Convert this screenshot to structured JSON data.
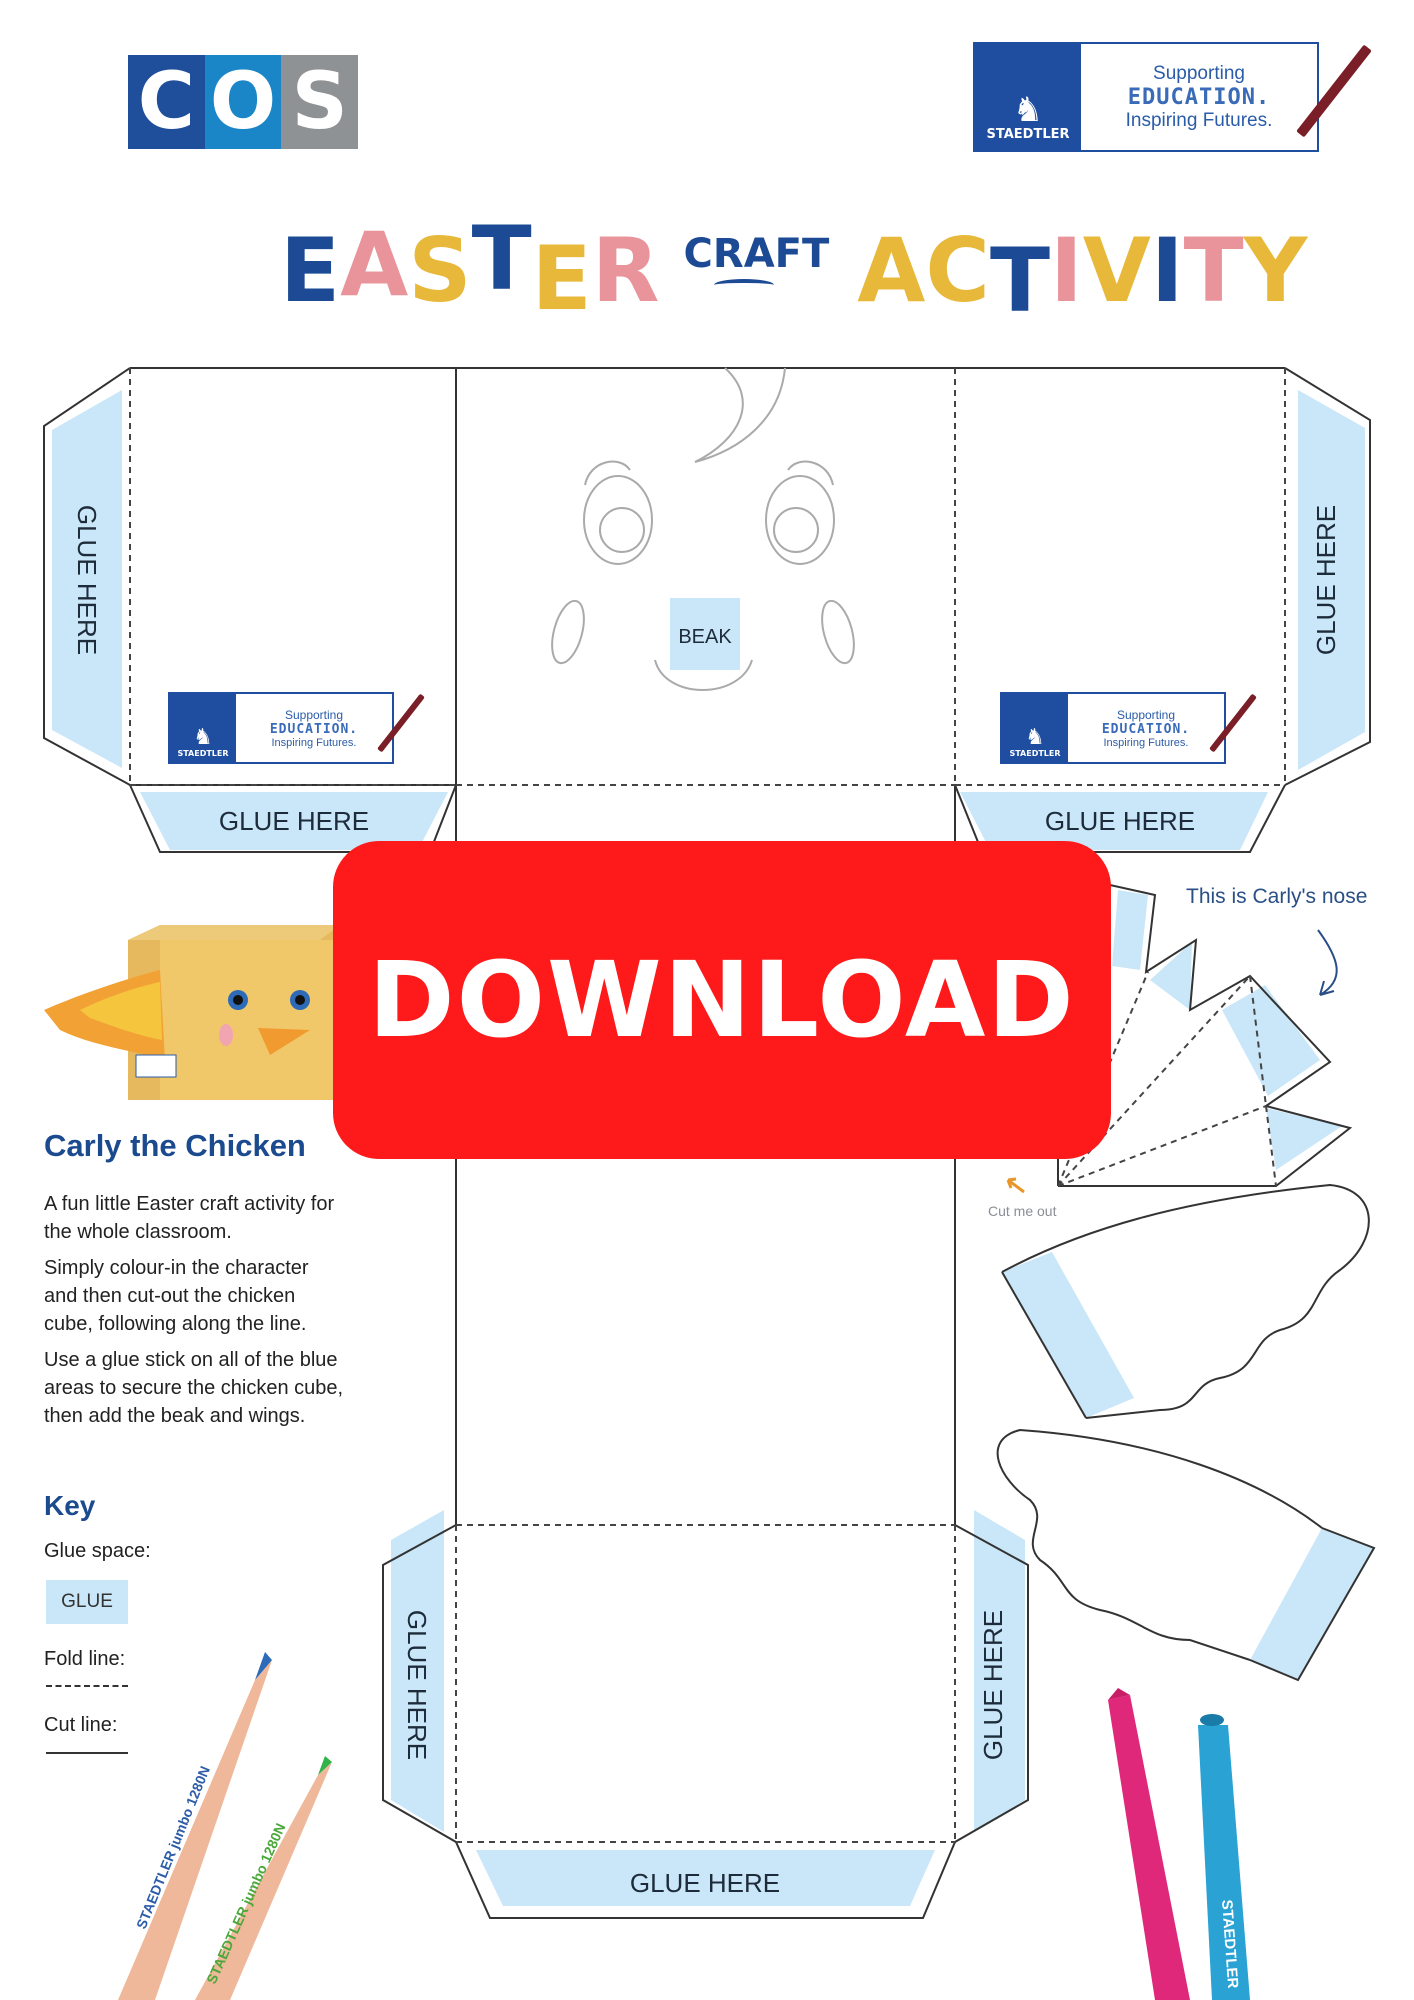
{
  "header": {
    "cos_logo": {
      "letters": [
        "C",
        "O",
        "S"
      ],
      "colors": [
        "#1f4e9a",
        "#1a86c8",
        "#8f9294"
      ]
    },
    "staedtler_badge": {
      "brand": "STAEDTLER",
      "line1": "Supporting",
      "line2": "EDUCATION.",
      "line3": "Inspiring Futures."
    }
  },
  "title": {
    "word1": [
      "E",
      "A",
      "S",
      "T",
      "E",
      "R"
    ],
    "word1_colors": [
      "blue",
      "pink",
      "gold",
      "blue",
      "gold",
      "pink"
    ],
    "craft": "CRAFT",
    "word2": [
      "A",
      "C",
      "T",
      "I",
      "V",
      "I",
      "T",
      "Y"
    ],
    "word2_colors": [
      "gold",
      "gold",
      "blue",
      "pink",
      "gold",
      "blue",
      "pink",
      "gold"
    ]
  },
  "net": {
    "glue_label": "GLUE HERE",
    "beak_label": "BEAK",
    "glue_color": "#c9e7f8"
  },
  "download_button": {
    "label": "DOWNLOAD",
    "color": "#fe1a1a"
  },
  "nose": {
    "label": "This is Carly's nose",
    "cut_label": "Cut me out"
  },
  "info": {
    "heading": "Carly the Chicken",
    "paragraphs": [
      "A fun little Easter craft activity for the whole classroom.",
      "Simply colour-in the character and then cut-out the chicken cube, following along the line.",
      "Use a glue stick on all of the blue areas to secure the chicken cube, then add the beak and wings."
    ]
  },
  "key": {
    "heading": "Key",
    "glue_space_label": "Glue space:",
    "glue_swatch": "GLUE",
    "fold_line_label": "Fold line:",
    "cut_line_label": "Cut line:"
  },
  "products": {
    "pencil_text": "STAEDTLER jumbo 1280N",
    "marker_text": "STAEDTLER"
  }
}
